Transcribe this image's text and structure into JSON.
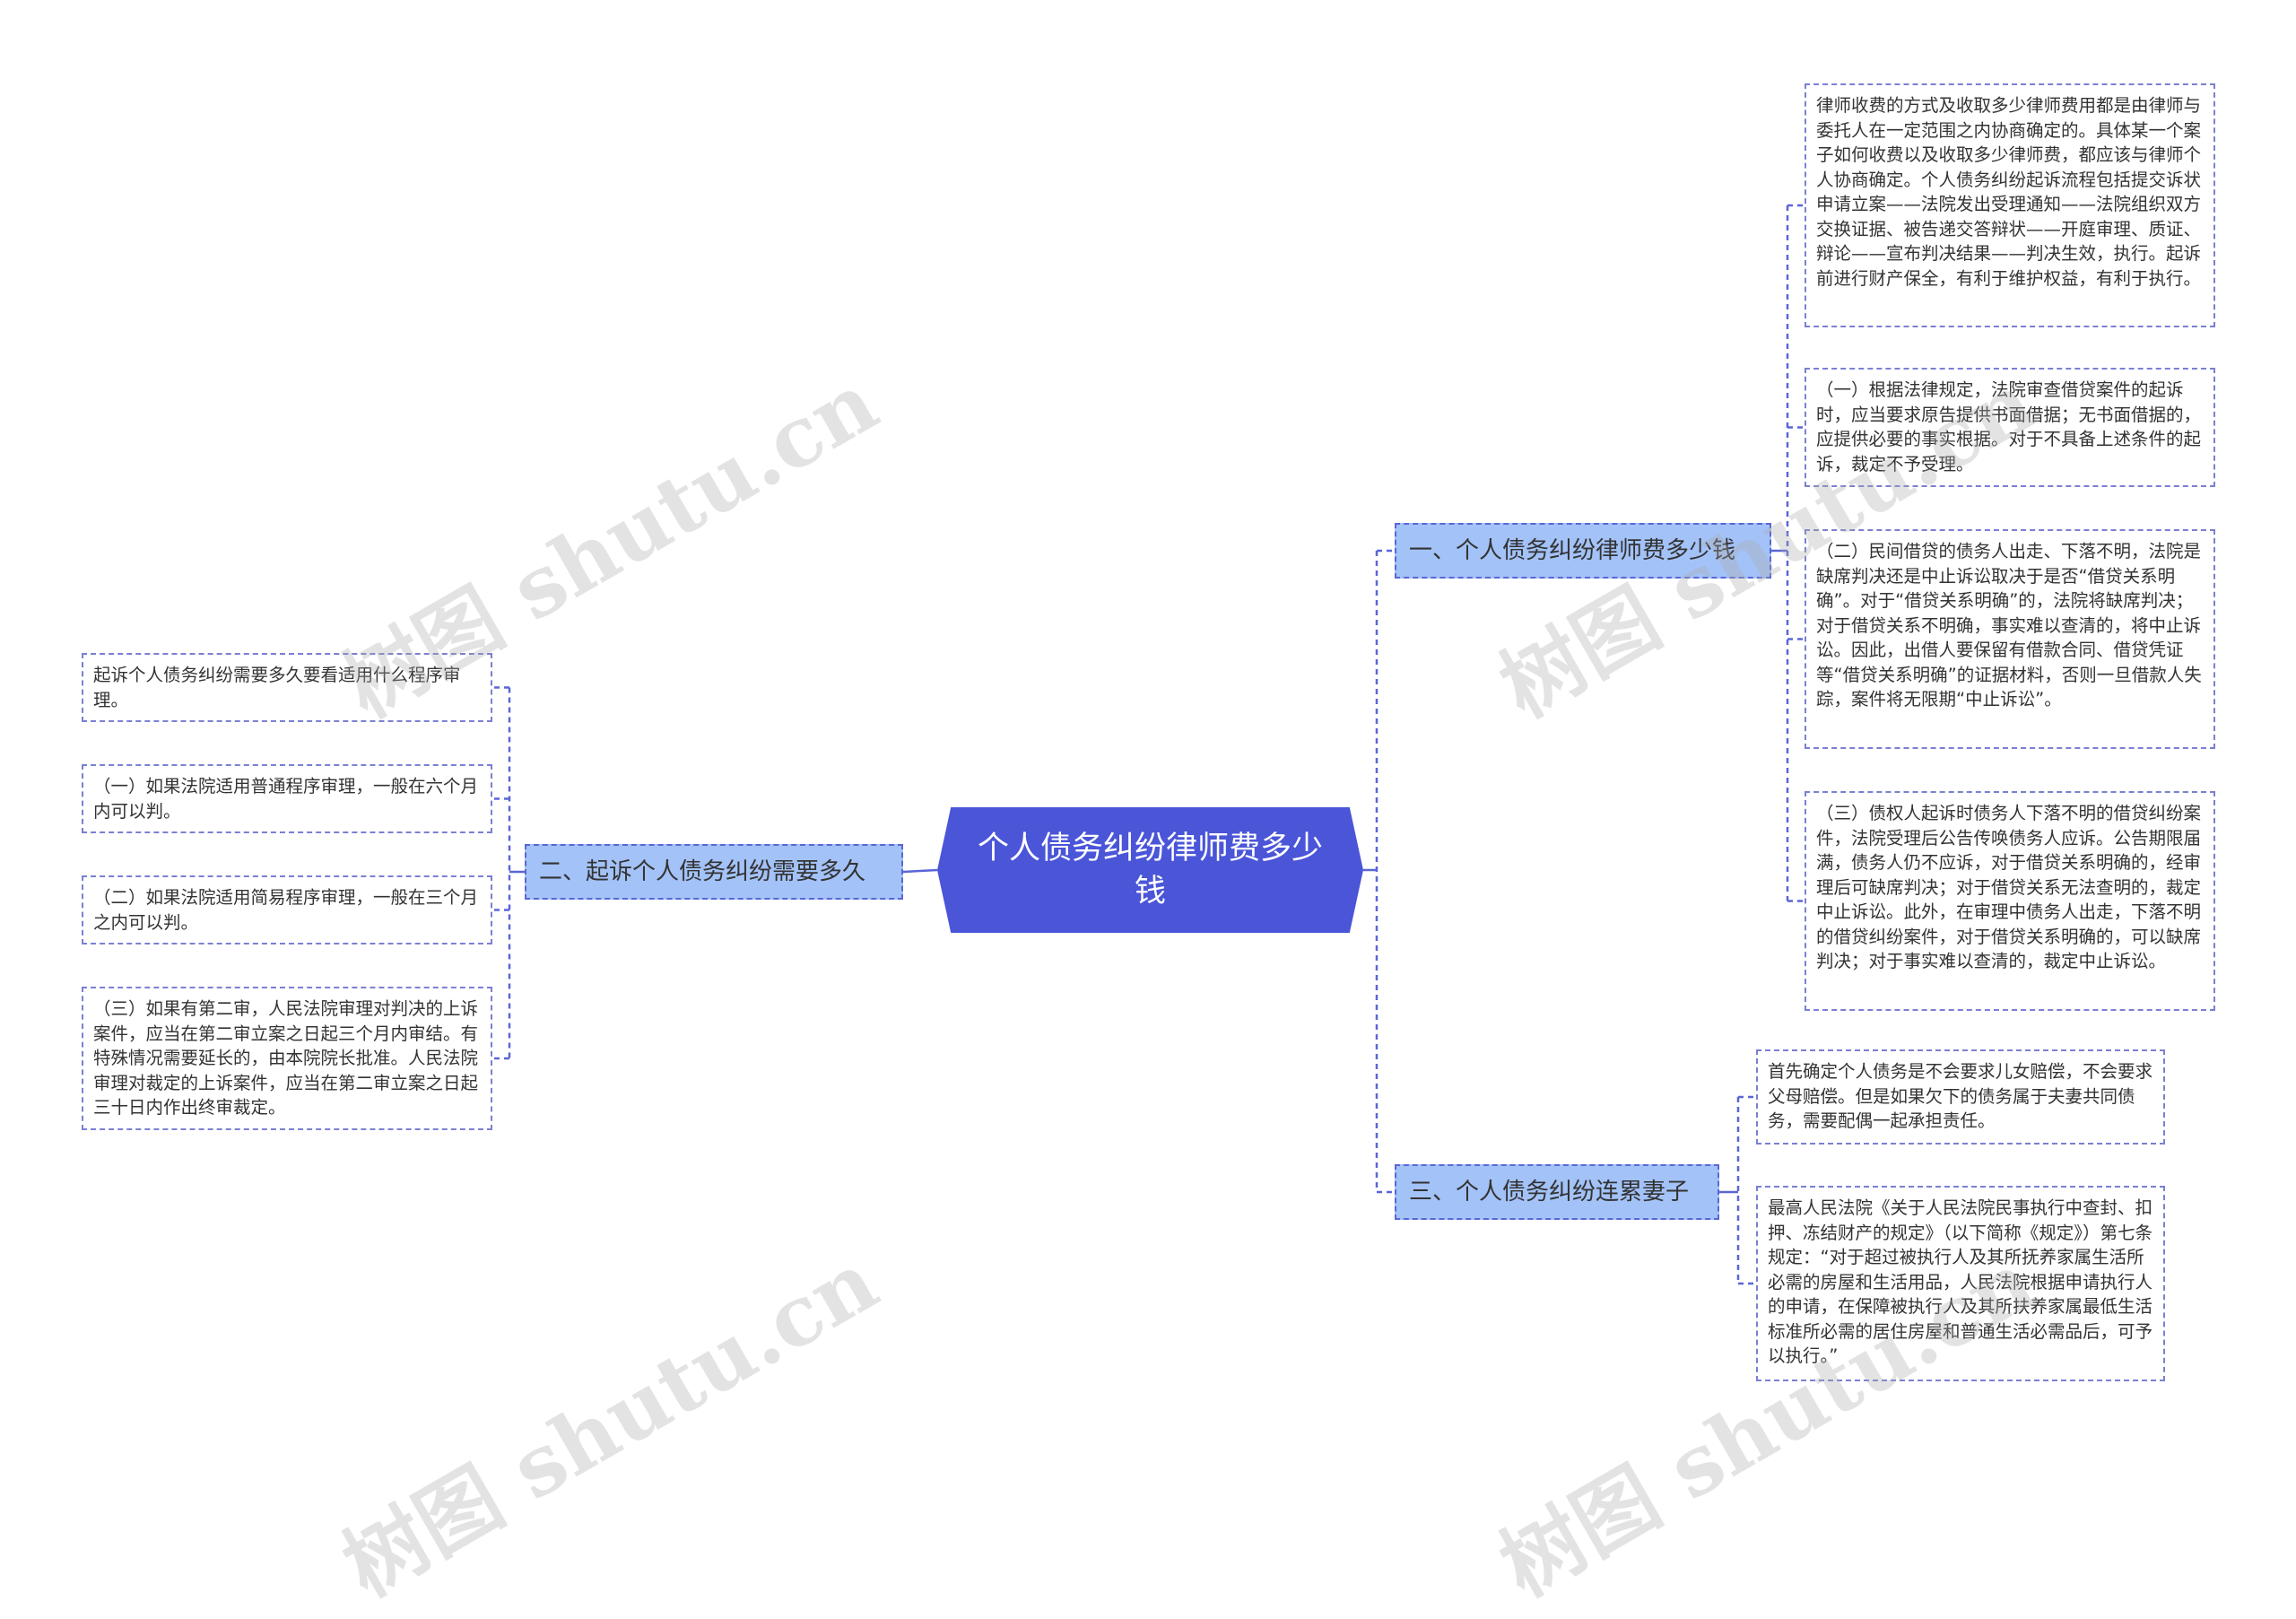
{
  "root": {
    "label": "个人债务纠纷律师费多少钱"
  },
  "branches": [
    {
      "label": "一、个人债务纠纷律师费多少钱",
      "leaves": [
        "律师收费的方式及收取多少律师费用都是由律师与委托人在一定范围之内协商确定的。具体某一个案子如何收费以及收取多少律师费，都应该与律师个人协商确定。个人债务纠纷起诉流程包括提交诉状申请立案——法院发出受理通知——法院组织双方交换证据、被告递交答辩状——开庭审理、质证、辩论——宣布判决结果——判决生效，执行。起诉前进行财产保全，有利于维护权益，有利于执行。",
        "（一）根据法律规定，法院审查借贷案件的起诉时，应当要求原告提供书面借据；无书面借据的，应提供必要的事实根据。对于不具备上述条件的起诉，裁定不予受理。",
        "（二）民间借贷的债务人出走、下落不明，法院是缺席判决还是中止诉讼取决于是否“借贷关系明确”。对于“借贷关系明确”的，法院将缺席判决；对于借贷关系不明确，事实难以查清的，将中止诉讼。因此，出借人要保留有借款合同、借贷凭证等“借贷关系明确”的证据材料，否则一旦借款人失踪，案件将无限期“中止诉讼”。",
        "（三）债权人起诉时债务人下落不明的借贷纠纷案件，法院受理后公告传唤债务人应诉。公告期限届满，债务人仍不应诉，对于借贷关系明确的，经审理后可缺席判决；对于借贷关系无法查明的，裁定中止诉讼。此外，在审理中债务人出走，下落不明的借贷纠纷案件，对于借贷关系明确的，可以缺席判决；对于事实难以查清的，裁定中止诉讼。"
      ]
    },
    {
      "label": "二、起诉个人债务纠纷需要多久",
      "leaves": [
        "起诉个人债务纠纷需要多久要看适用什么程序审理。",
        "（一）如果法院适用普通程序审理，一般在六个月内可以判。",
        "（二）如果法院适用简易程序审理，一般在三个月之内可以判。",
        "（三）如果有第二审，人民法院审理对判决的上诉案件，应当在第二审立案之日起三个月内审结。有特殊情况需要延长的，由本院院长批准。人民法院审理对裁定的上诉案件，应当在第二审立案之日起三十日内作出终审裁定。"
      ]
    },
    {
      "label": "三、个人债务纠纷连累妻子",
      "leaves": [
        "首先确定个人债务是不会要求儿女赔偿，不会要求父母赔偿。但是如果欠下的债务属于夫妻共同债务，需要配偶一起承担责任。",
        "最高人民法院《关于人民法院民事执行中查封、扣押、冻结财产的规定》（以下简称《规定》）第七条规定：“对于超过被执行人及其所抚养家属生活所必需的房屋和生活用品，人民法院根据申请执行人的申请，在保障被执行人及其所扶养家属最低生活标准所必需的居住房屋和普通生活必需品后，可予以执行。”"
      ]
    }
  ],
  "watermark": "树图 shutu.cn",
  "colors": {
    "root": "#4a55d8",
    "branch_fill": "#a3c2f7",
    "border": "#5a66d6",
    "text": "#333333"
  }
}
